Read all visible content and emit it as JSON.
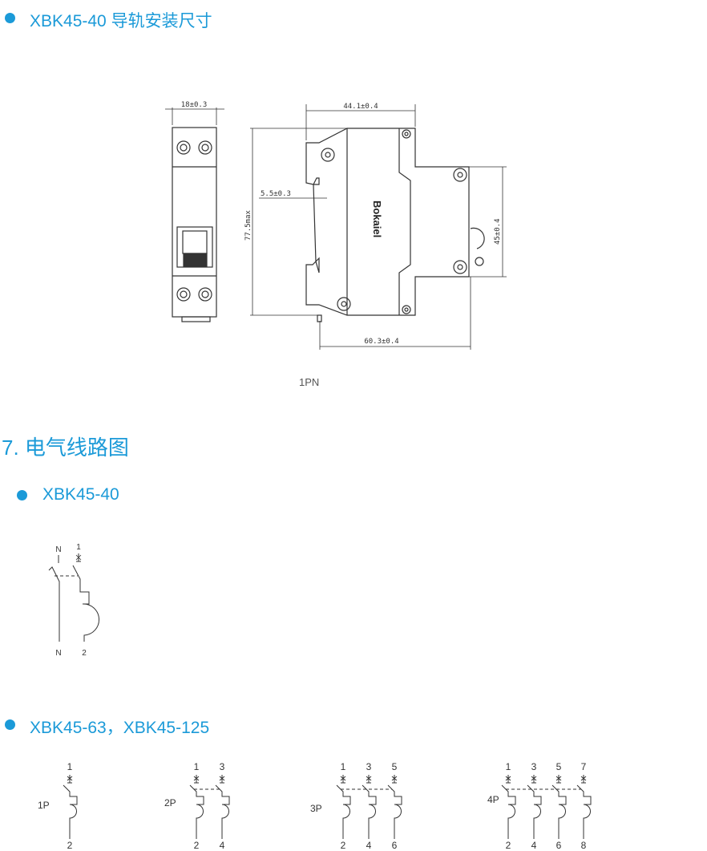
{
  "sections": {
    "mount_heading": "XBK45-40 导轨安装尺寸",
    "wiring_heading": "7. 电气线路图",
    "xbk45_40_heading": "XBK45-40",
    "xbk45_63_heading": "XBK45-63，XBK45-125"
  },
  "dimension_drawing": {
    "width_front": "18±0.3",
    "depth_top": "44.1±0.4",
    "depth_bottom": "60.3±0.4",
    "height": "77.5max",
    "rail_offset": "5.5±0.3",
    "rail_height": "45±0.4",
    "brand": "Bokaiel",
    "caption": "1PN"
  },
  "diagram_1pn": {
    "top_labels": [
      "N",
      "1"
    ],
    "bottom_labels": [
      "N",
      "2"
    ]
  },
  "diagrams": [
    {
      "label": "1P",
      "top": [
        "1"
      ],
      "bottom": [
        "2"
      ]
    },
    {
      "label": "2P",
      "top": [
        "1",
        "3"
      ],
      "bottom": [
        "2",
        "4"
      ]
    },
    {
      "label": "3P",
      "top": [
        "1",
        "3",
        "5"
      ],
      "bottom": [
        "2",
        "4",
        "6"
      ]
    },
    {
      "label": "4P",
      "top": [
        "1",
        "3",
        "5",
        "7"
      ],
      "bottom": [
        "2",
        "4",
        "6",
        "8"
      ]
    }
  ],
  "colors": {
    "accent": "#1b9ad8",
    "line": "#333333"
  }
}
